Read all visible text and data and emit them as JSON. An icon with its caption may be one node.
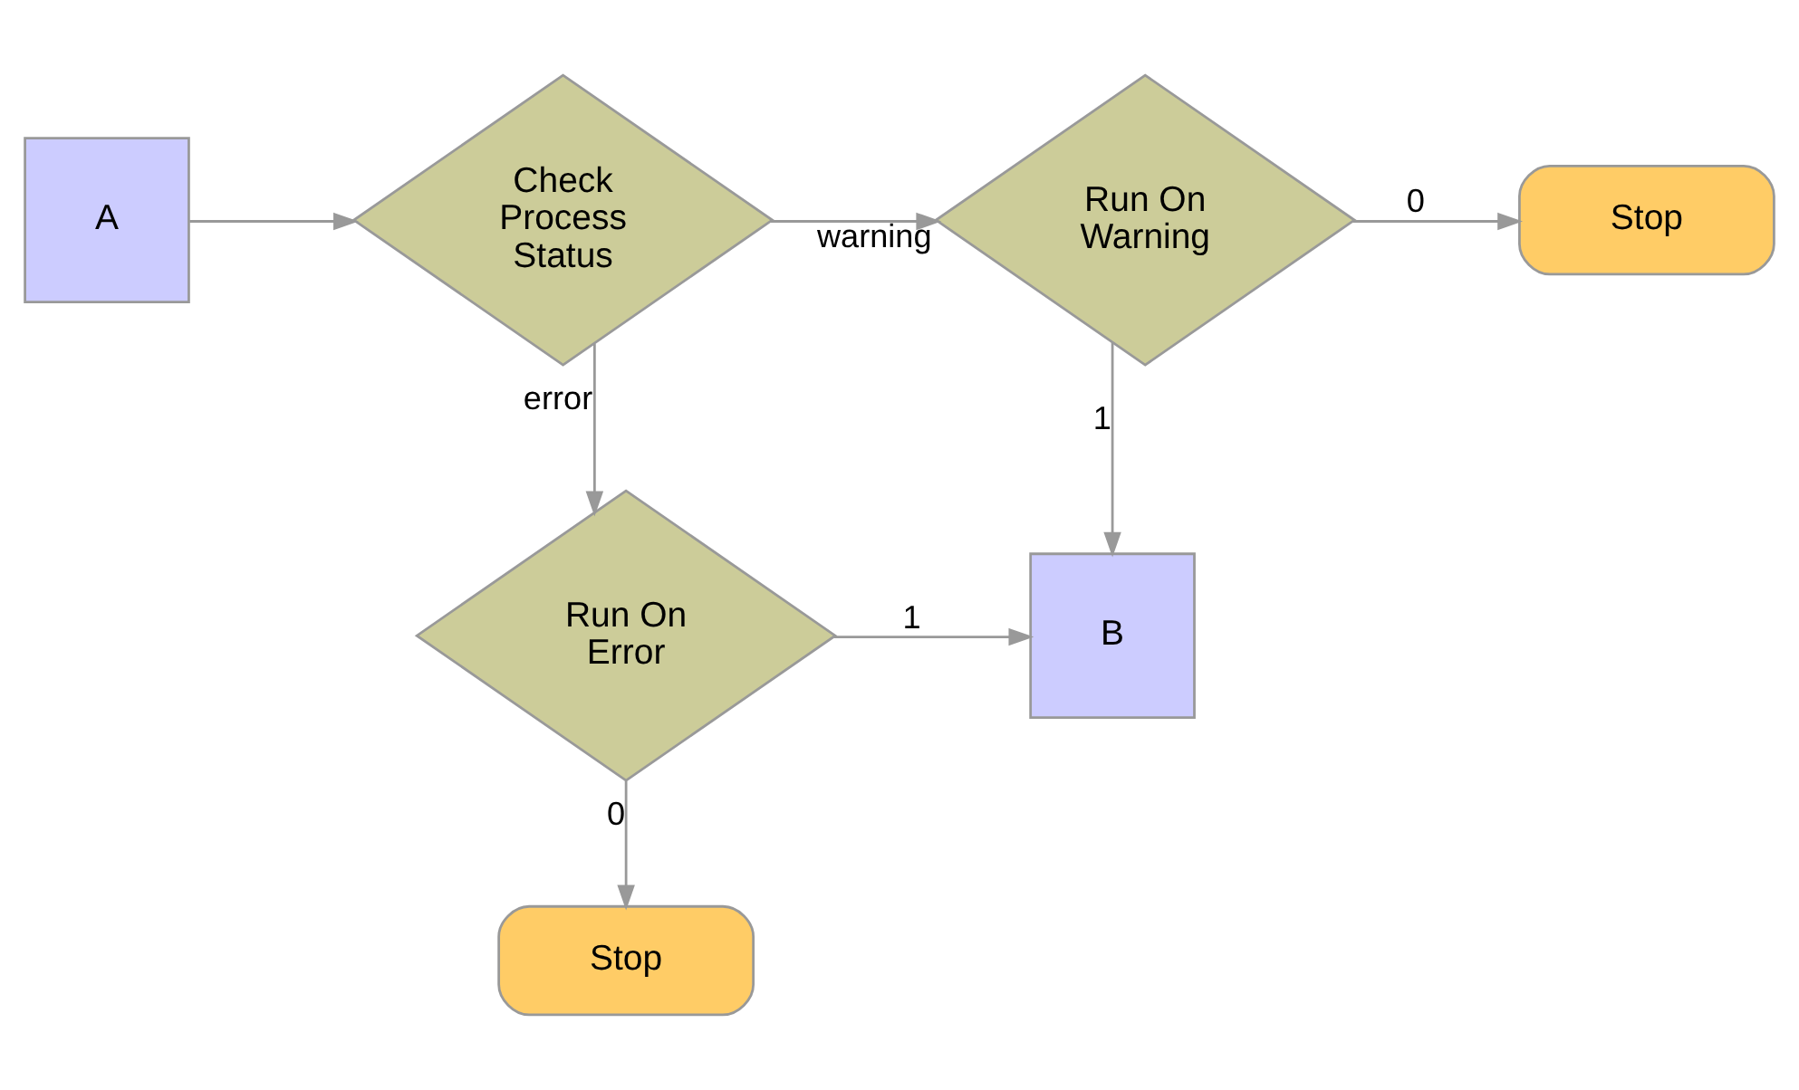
{
  "diagram": {
    "nodes": [
      {
        "text": [
          "A"
        ]
      },
      {
        "text": [
          "Check Process Status"
        ]
      },
      {
        "text": [
          "Run On Warning"
        ]
      },
      {
        "text": [
          "Stop"
        ]
      },
      {
        "text": [
          "Run On Error"
        ]
      },
      {
        "text": [
          "B"
        ]
      },
      {
        "text": [
          "Stop"
        ]
      }
    ],
    "edges": [
      {
        "from": 0,
        "to": 1,
        "arrow": "to"
      },
      {
        "from": 1,
        "to": 2,
        "arrow": "to",
        "label": "warning"
      },
      {
        "from": 2,
        "to": 3,
        "arrow": "to",
        "label": "0"
      },
      {
        "from": 1,
        "to": 4,
        "arrow": "to",
        "label": "error"
      },
      {
        "from": 2,
        "to": 5,
        "arrow": "to",
        "label": "1"
      },
      {
        "from": 4,
        "to": 5,
        "arrow": "to",
        "label": "1"
      },
      {
        "from": 4,
        "to": 6,
        "arrow": "to",
        "label": "0"
      }
    ]
  }
}
